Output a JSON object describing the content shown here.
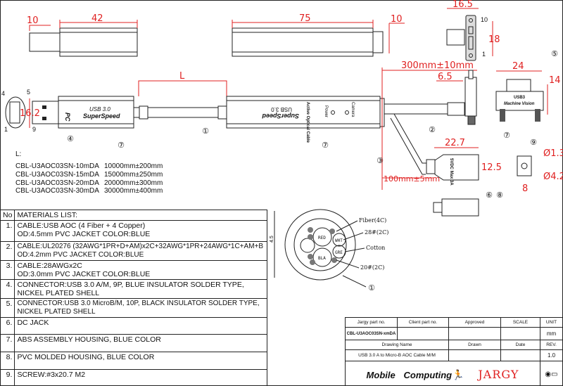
{
  "dimensions": {
    "top_left_10": "10",
    "top_42": "42",
    "top_75": "75",
    "top_right_10": "10",
    "micro_16_5": "16.5",
    "micro_18": "18",
    "L": "L",
    "usb_16_2": "16.2",
    "len_300": "300mm±10mm",
    "dim_6_5": "6.5",
    "dim_24": "24",
    "dim_14": "14",
    "dim_22_7": "22.7",
    "dim_12_5": "12.5",
    "len_100": "100mm±5mm",
    "dia_1_3": "Ø1.3",
    "dia_4_2": "Ø4.2",
    "dim_8": "8",
    "cable_45": "4.5"
  },
  "pins": {
    "p4": "4",
    "p5": "5",
    "p1": "1",
    "p9": "9",
    "m10": "10",
    "m1": "1"
  },
  "housing_text": {
    "pc": "PC",
    "usb30": "USB 3.0",
    "superspeed": "SuperSpeed",
    "aoc": "Active Optical Cable",
    "power": "Power",
    "camera": "Camera",
    "mv_usb": "USB3",
    "mv": "Machine Vision",
    "dc": "5VDC Max 3A"
  },
  "callouts": [
    "①",
    "②",
    "③",
    "④",
    "⑤",
    "⑥",
    "⑦",
    "⑧",
    "⑨"
  ],
  "length_table": {
    "title": "L:",
    "rows": [
      {
        "part": "CBL-U3AOC03SN-10mDA",
        "len": "10000mm±200mm"
      },
      {
        "part": "CBL-U3AOC03SN-15mDA",
        "len": "15000mm±250mm"
      },
      {
        "part": "CBL-U3AOC03SN-20mDA",
        "len": "20000mm±300mm"
      },
      {
        "part": "CBL-U3AOC03SN-30mDA",
        "len": "30000mm±400mm"
      }
    ]
  },
  "cross_section": {
    "fiber": "Fiber(4C)",
    "awg28": "28#(2C)",
    "cotton": "Cotton",
    "awg20": "20#(2C)",
    "red": "RED",
    "wht": "WHT",
    "bla": "BLA",
    "gre": "GRE"
  },
  "materials": {
    "no": "No",
    "title": "MATERIALS LIST:",
    "items": [
      {
        "n": "1.",
        "l1": "CABLE:USB AOC (4 Fiber + 4 Copper)",
        "l2": "OD:4.5mm  PVC JACKET COLOR:BLUE"
      },
      {
        "n": "2.",
        "l1": "CABLE:UL20276 (32AWG*1PR+D+AM)x2C+32AWG*1PR+24AWG*1C+AM+B",
        "l2": "OD:4.2mm  PVC JACKET COLOR:BLUE"
      },
      {
        "n": "3.",
        "l1": "CABLE:28AWGx2C",
        "l2": "OD:3.0mm  PVC JACKET COLOR:BLUE"
      },
      {
        "n": "4.",
        "l1": "CONNECTOR:USB 3.0 A/M, 9P, BLUE INSULATOR SOLDER TYPE,",
        "l2": "NICKEL PLATED SHELL"
      },
      {
        "n": "5.",
        "l1": "CONNECTOR:USB 3.0 MicroB/M, 10P, BLACK INSULATOR SOLDER TYPE,",
        "l2": "NICKEL PLATED SHELL"
      },
      {
        "n": "6.",
        "l1": "DC JACK",
        "l2": ""
      },
      {
        "n": "7.",
        "l1": "ABS ASSEMBLY HOUSING, BLUE COLOR",
        "l2": ""
      },
      {
        "n": "8.",
        "l1": "PVC MOLDED HOUSING, BLUE COLOR",
        "l2": ""
      },
      {
        "n": "9.",
        "l1": "SCREW:#3x20.7 M2",
        "l2": ""
      }
    ]
  },
  "title_block": {
    "jargy_part_label": "Jargy part no.",
    "client_part_label": "Client part no.",
    "approved_label": "Approved",
    "scale_label": "SCALE",
    "unit_label": "UNIT",
    "jargy_part": "CBL-U3AOC03SN-xmDA",
    "unit": "mm",
    "drawing_name_label": "Drawing Name",
    "drawn_label": "Drawn",
    "date_label": "Date",
    "rev_label": "REV.",
    "drawing_name": "USB 3.0 A to Micro-B AOC Cable M/M",
    "rev": "1.0",
    "logo_mobile": "Mobile",
    "logo_computing": "Computing",
    "logo_jargy": "JARGY"
  },
  "colors": {
    "dimension": "#e02020",
    "line": "#222222"
  }
}
